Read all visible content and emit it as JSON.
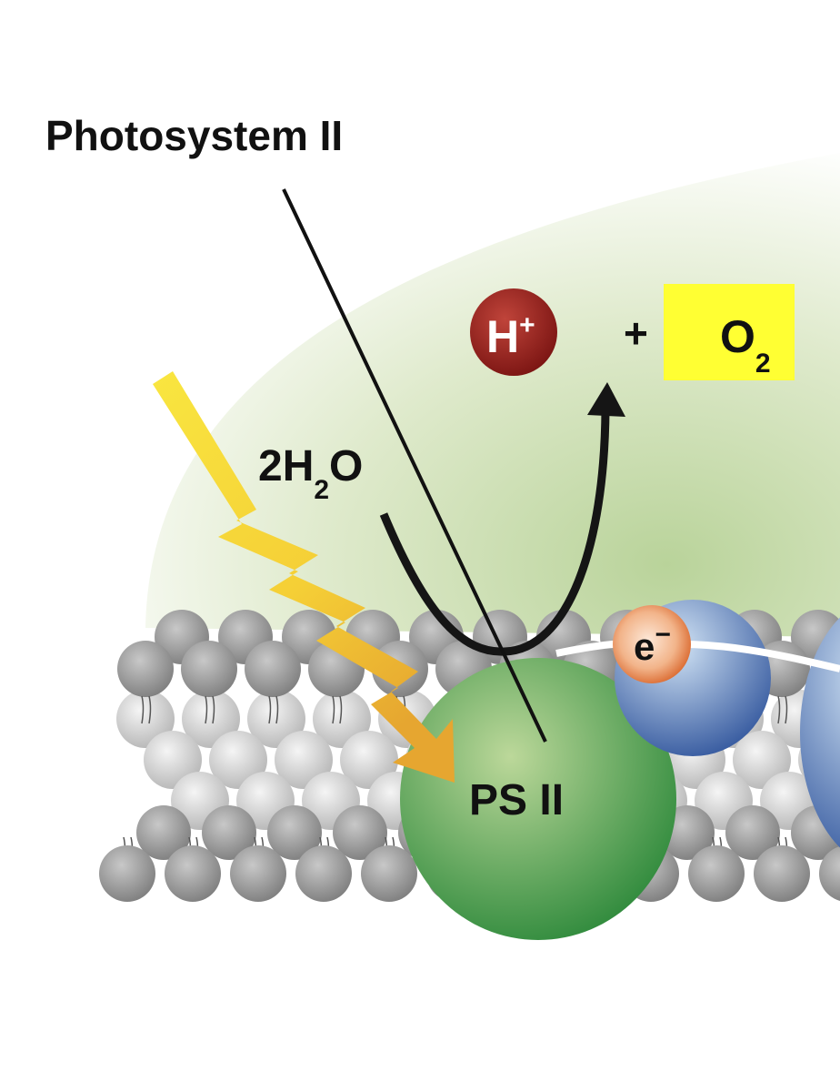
{
  "title": "Photosystem II",
  "labels": {
    "water": {
      "main": "2H",
      "sub": "2",
      "tail": "O"
    },
    "proton": {
      "main": "H",
      "sup": "+"
    },
    "plus": "+",
    "oxygen": {
      "main": "O",
      "sub": "2"
    },
    "electron": {
      "main": "e",
      "sup": "−"
    },
    "complex": "PS II"
  },
  "colors": {
    "stroma_glow": "#cfe0b5",
    "ps2": "#3f9a4a",
    "proton": "#8e1c1a",
    "oxygen_highlight": "#ffff33",
    "electron": "#e07a3a",
    "carrier": "#3f64a8",
    "light": "#f7d93a",
    "lipid": "#9a9a9a"
  }
}
